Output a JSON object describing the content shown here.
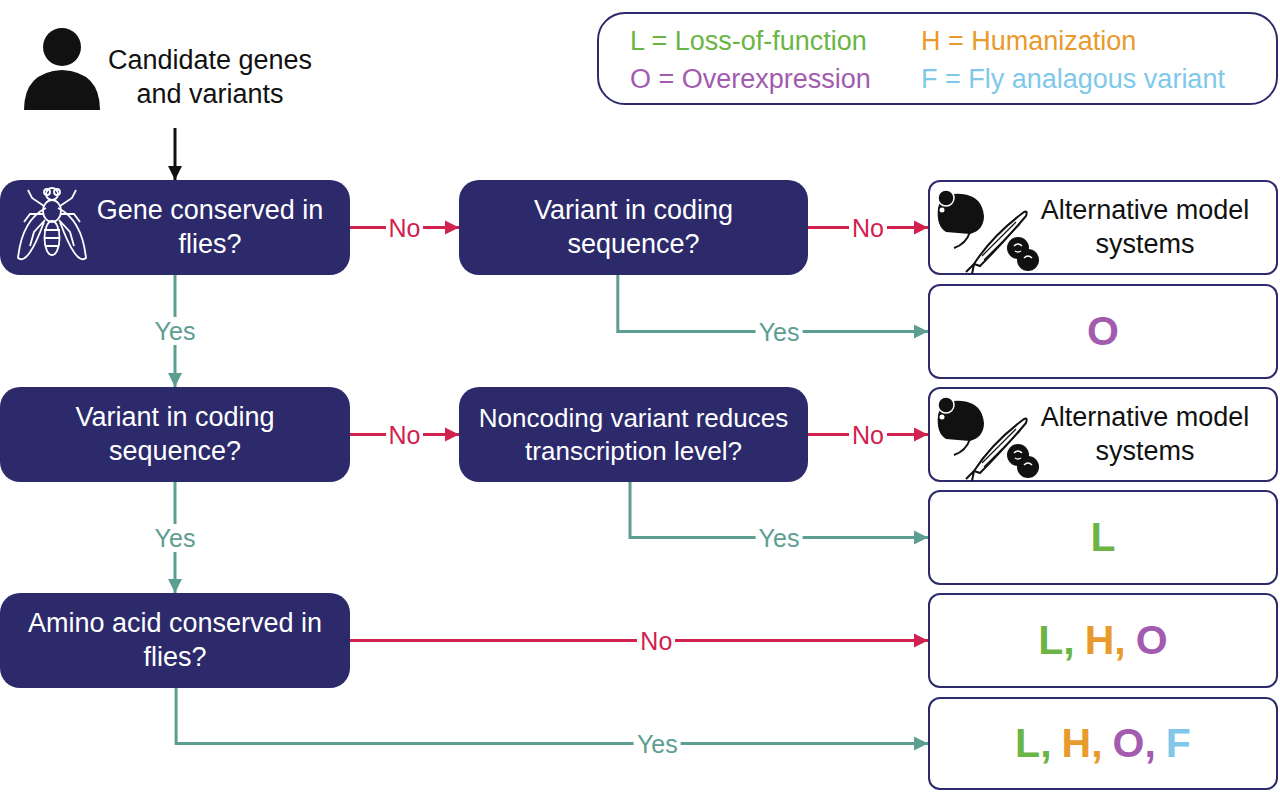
{
  "diagram": {
    "nodes": [
      {
        "text": [
          "Candidate genes and variants"
        ]
      },
      {
        "text": [
          "Gene conserved in flies?"
        ]
      },
      {
        "text": [
          "Variant in coding sequence?"
        ]
      },
      {
        "text": [
          "Alternative model systems"
        ]
      },
      {
        "text": [
          "O"
        ]
      },
      {
        "text": [
          "Variant in coding sequence?"
        ]
      },
      {
        "text": [
          "Noncoding variant reduces transcription level?"
        ]
      },
      {
        "text": [
          "Alternative model systems"
        ]
      },
      {
        "text": [
          "L"
        ]
      },
      {
        "text": [
          "Amino acid conserved in flies?"
        ]
      },
      {
        "text": [
          "L,",
          "H,",
          "O"
        ]
      },
      {
        "text": [
          "L,",
          "H,",
          "O,",
          "F"
        ]
      }
    ],
    "edges": [
      {
        "from": 0,
        "to": 1,
        "arrow": "to"
      },
      {
        "from": 1,
        "to": 2,
        "label": "No",
        "arrow": "to"
      },
      {
        "from": 2,
        "to": 3,
        "label": "No",
        "arrow": "to"
      },
      {
        "from": 2,
        "to": 4,
        "label": "Yes",
        "arrow": "to"
      },
      {
        "from": 1,
        "to": 5,
        "label": "Yes",
        "arrow": "to"
      },
      {
        "from": 5,
        "to": 6,
        "label": "No",
        "arrow": "to"
      },
      {
        "from": 6,
        "to": 7,
        "label": "No",
        "arrow": "to"
      },
      {
        "from": 6,
        "to": 8,
        "label": "Yes",
        "arrow": "to"
      },
      {
        "from": 5,
        "to": 9,
        "label": "Yes",
        "arrow": "to"
      },
      {
        "from": 9,
        "to": 10,
        "label": "No",
        "arrow": "to"
      },
      {
        "from": 9,
        "to": 11,
        "label": "Yes",
        "arrow": "to"
      }
    ],
    "legend": [
      {
        "text": "L = Loss-of-function",
        "color": "#6ab545"
      },
      {
        "text": "H = Humanization",
        "color": "#e89a2c"
      },
      {
        "text": "O = Overexpression",
        "color": "#a35bb0"
      },
      {
        "text": "F = Fly analagous variant",
        "color": "#80c8ea"
      }
    ]
  }
}
